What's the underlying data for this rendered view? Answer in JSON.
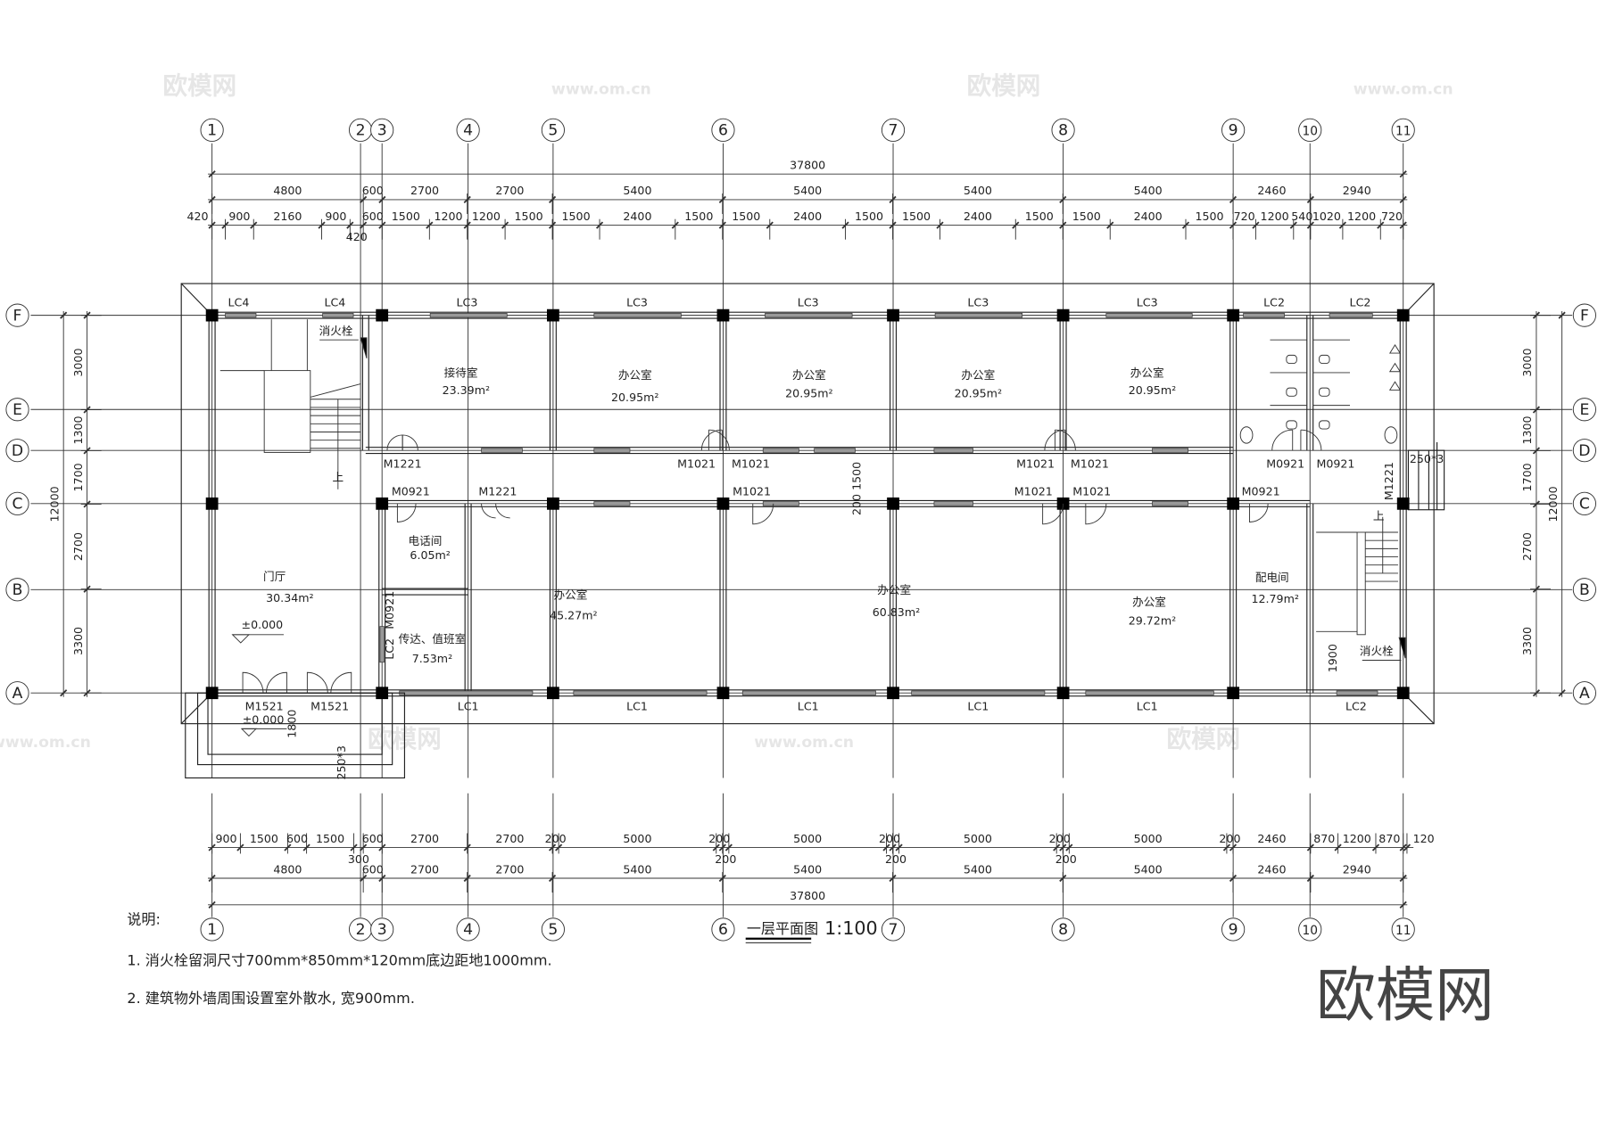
{
  "drawing": {
    "title": "一层平面图",
    "scale": "1:100"
  },
  "notes": {
    "heading": "说明:",
    "items": [
      "1. 消火栓留洞尺寸700mm*850mm*120mm底边距地1000mm.",
      "2. 建筑物外墙周围设置室外散水, 宽900mm."
    ]
  },
  "axes": {
    "columns": [
      "1",
      "2",
      "3",
      "4",
      "5",
      "6",
      "7",
      "8",
      "9",
      "10",
      "11"
    ],
    "rows": [
      "F",
      "E",
      "D",
      "C",
      "B",
      "A"
    ]
  },
  "dimensions": {
    "top_total": "37800",
    "top_axis": [
      "4800",
      "600",
      "2700",
      "2700",
      "5400",
      "5400",
      "5400",
      "5400",
      "2460",
      "2940"
    ],
    "top_detail": [
      "420",
      "900",
      "2160",
      "900",
      "420",
      "600",
      "1500",
      "1200",
      "1200",
      "1500",
      "1500",
      "2400",
      "1500",
      "1500",
      "2400",
      "1500",
      "1500",
      "2400",
      "1500",
      "1500",
      "2400",
      "1500",
      "720",
      "1200",
      "540",
      "1020",
      "1200",
      "720"
    ],
    "bottom_detail": [
      "900",
      "1500",
      "600",
      "1500",
      "300",
      "600",
      "2700",
      "2700",
      "200",
      "5000",
      "200",
      "200",
      "5000",
      "200",
      "200",
      "5000",
      "200",
      "200",
      "5000",
      "200",
      "2460",
      "870",
      "1200",
      "870",
      "120"
    ],
    "bottom_axis": [
      "4800",
      "600",
      "2700",
      "2700",
      "5400",
      "5400",
      "5400",
      "5400",
      "2460",
      "2940"
    ],
    "bottom_total": "37800",
    "left_segments": [
      "3000",
      "1300",
      "1700",
      "2700",
      "3300"
    ],
    "left_total": "12000",
    "right_segments": [
      "3000",
      "1300",
      "1700",
      "2700",
      "3300"
    ],
    "right_total": "12000"
  },
  "rooms": [
    {
      "name": "接待室",
      "area": "23.39m²"
    },
    {
      "name": "办公室",
      "area": "20.95m²"
    },
    {
      "name": "办公室",
      "area": "20.95m²"
    },
    {
      "name": "办公室",
      "area": "20.95m²"
    },
    {
      "name": "办公室",
      "area": "20.95m²"
    },
    {
      "name": "门厅",
      "area": "30.34m²"
    },
    {
      "name": "电话间",
      "area": "6.05m²"
    },
    {
      "name": "传达、值班室",
      "area": "7.53m²"
    },
    {
      "name": "办公室",
      "area": "45.27m²"
    },
    {
      "name": "办公室",
      "area": "60.83m²"
    },
    {
      "name": "办公室",
      "area": "29.72m²"
    },
    {
      "name": "配电间",
      "area": "12.79m²"
    }
  ],
  "windows": [
    "LC4",
    "LC4",
    "LC3",
    "LC3",
    "LC3",
    "LC3",
    "LC3",
    "LC2",
    "LC2",
    "LC1",
    "LC1",
    "LC1",
    "LC1",
    "LC1",
    "LC2",
    "LC2"
  ],
  "doors": [
    "M1221",
    "M1021",
    "M1021",
    "M1021",
    "M1021",
    "M0921",
    "M0921",
    "M0921",
    "M1221",
    "M1021",
    "M1021",
    "M1021",
    "M0921",
    "M0921",
    "M1221",
    "M1521",
    "M1521"
  ],
  "annotations": {
    "elevations": [
      "±0.000",
      "±0.000"
    ],
    "hydrant": [
      "消火栓",
      "消火栓"
    ],
    "stair_up": [
      "上",
      "上"
    ],
    "steps": [
      "250*3",
      "250*3"
    ],
    "misc_dims": [
      "200",
      "1500",
      "1900",
      "1800"
    ]
  },
  "watermark": {
    "brand": "欧模网",
    "url": "www.om.cn"
  }
}
